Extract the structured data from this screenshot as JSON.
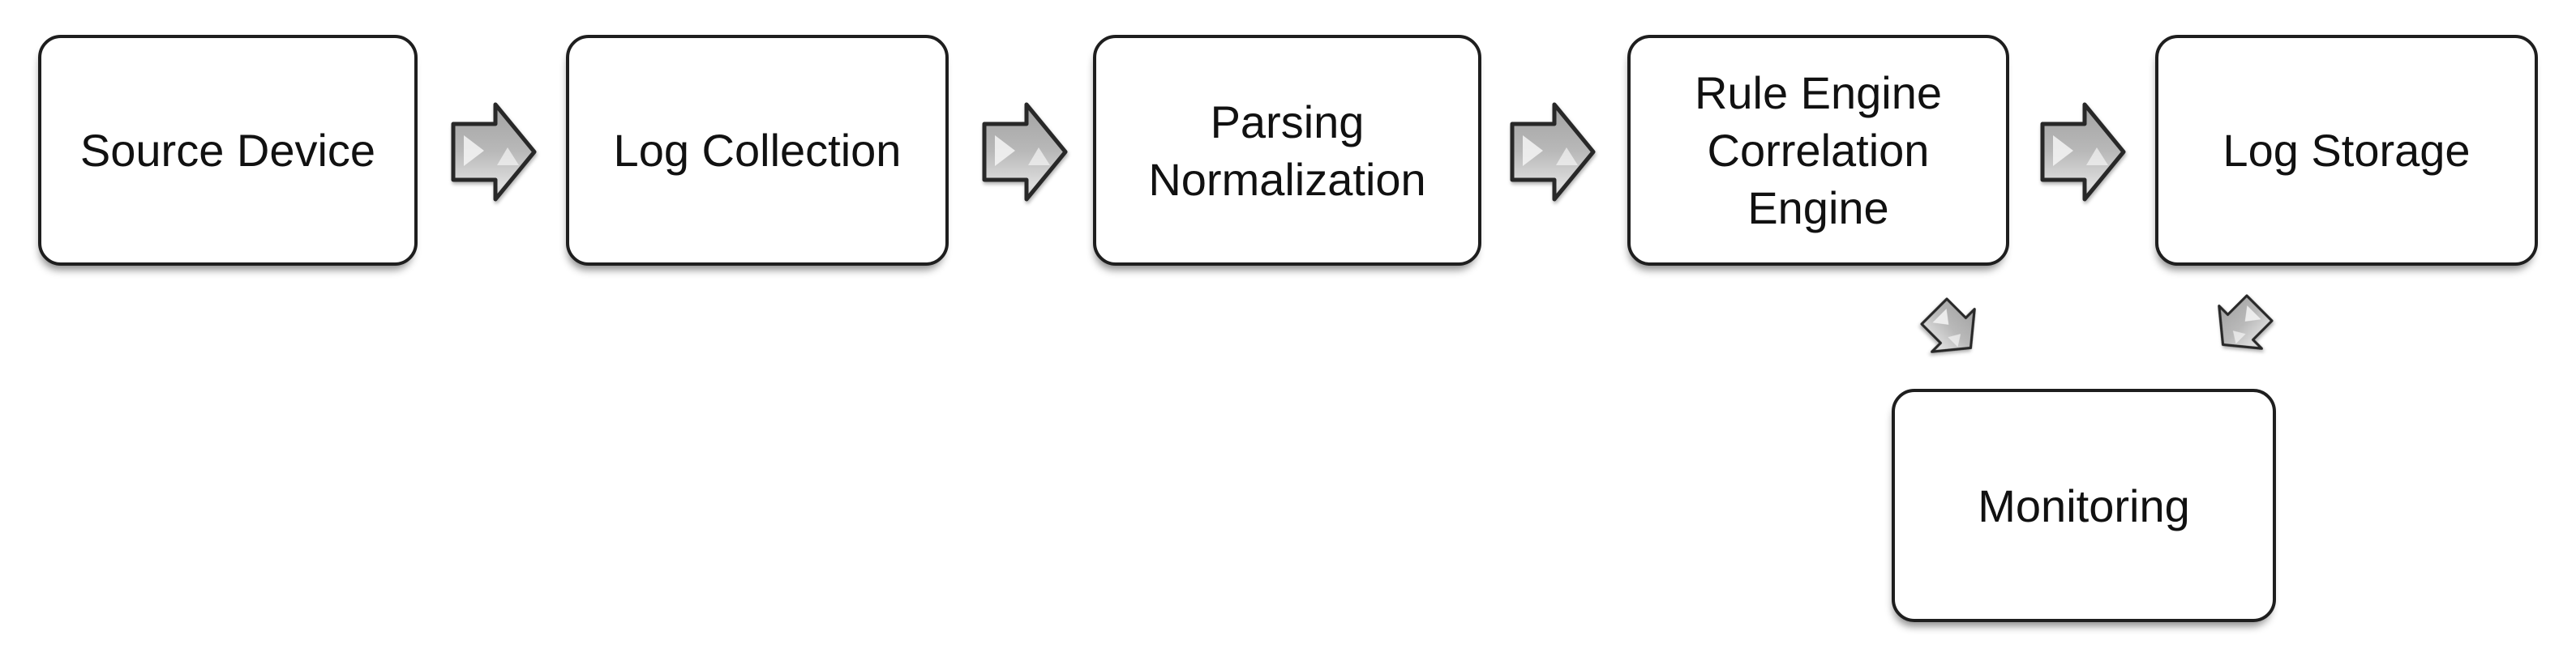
{
  "diagram": {
    "type": "flowchart",
    "nodes": [
      {
        "id": "source-device",
        "label": "Source Device"
      },
      {
        "id": "log-collection",
        "label": "Log Collection"
      },
      {
        "id": "parsing-normalization",
        "label": "Parsing Normalization"
      },
      {
        "id": "rule-engine-correlation-engine",
        "label": "Rule Engine Correlation Engine"
      },
      {
        "id": "log-storage",
        "label": "Log Storage"
      },
      {
        "id": "monitoring",
        "label": "Monitoring"
      }
    ],
    "connectors": [
      {
        "from": "Source Device",
        "to": "Log Collection",
        "icon": "block-arrow-right-icon"
      },
      {
        "from": "Log Collection",
        "to": "Parsing Normalization",
        "icon": "block-arrow-right-icon"
      },
      {
        "from": "Parsing Normalization",
        "to": "Rule Engine Correlation Engine",
        "icon": "block-arrow-right-icon"
      },
      {
        "from": "Rule Engine Correlation Engine",
        "to": "Log Storage",
        "icon": "block-arrow-right-icon"
      },
      {
        "from": "Rule Engine Correlation Engine",
        "to": "Monitoring",
        "icon": "block-arrow-down-right-icon"
      },
      {
        "from": "Log Storage",
        "to": "Monitoring",
        "icon": "block-arrow-down-left-icon"
      }
    ],
    "colors": {
      "background": "#ffffff",
      "node_fill": "#ffffff",
      "node_border": "#1e1e1e",
      "text": "#111111",
      "arrow_outline": "#282828",
      "arrow_fill_top": "#a2a2a2",
      "arrow_fill_bottom": "#d9d9d9",
      "arrow_highlight": "#f5f5f5"
    }
  }
}
